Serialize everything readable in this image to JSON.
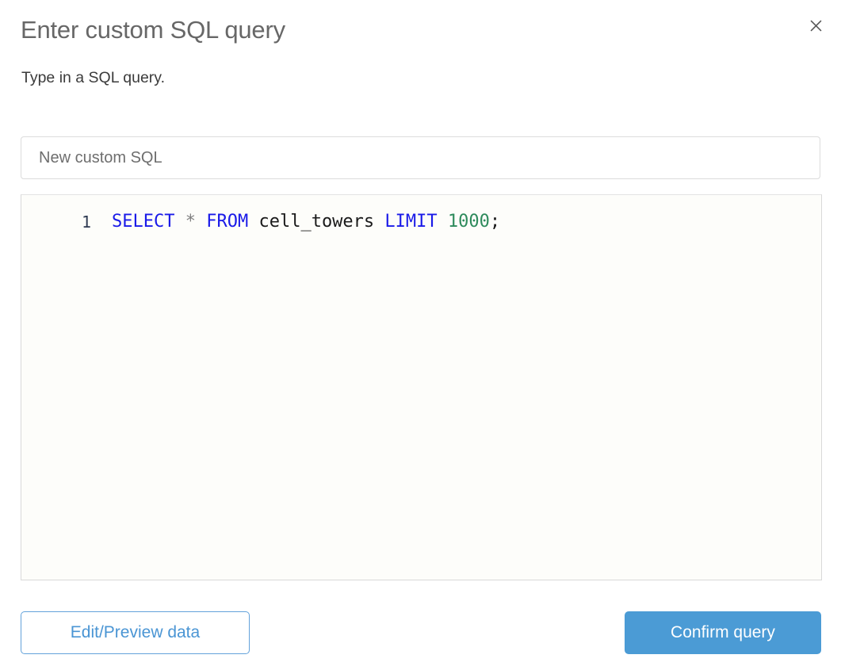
{
  "dialog": {
    "title": "Enter custom SQL query",
    "subtitle": "Type in a SQL query.",
    "close_icon": "close-icon"
  },
  "name_field": {
    "value": "",
    "placeholder": "New custom SQL"
  },
  "editor": {
    "line_number": "1",
    "query_text": "SELECT * FROM cell_towers LIMIT 1000;",
    "tokens": [
      {
        "text": "SELECT",
        "type": "keyword"
      },
      {
        "text": " ",
        "type": "space"
      },
      {
        "text": "*",
        "type": "operator"
      },
      {
        "text": " ",
        "type": "space"
      },
      {
        "text": "FROM",
        "type": "keyword"
      },
      {
        "text": " ",
        "type": "space"
      },
      {
        "text": "cell_towers",
        "type": "ident"
      },
      {
        "text": " ",
        "type": "space"
      },
      {
        "text": "LIMIT",
        "type": "keyword"
      },
      {
        "text": " ",
        "type": "space"
      },
      {
        "text": "1000",
        "type": "number"
      },
      {
        "text": ";",
        "type": "punct"
      }
    ]
  },
  "footer": {
    "secondary_label": "Edit/Preview data",
    "primary_label": "Confirm query"
  },
  "colors": {
    "title_gray": "#676767",
    "subtitle_gray": "#3b3b3b",
    "accent_blue": "#4b9bd5",
    "outline_blue": "#63a2da",
    "keyword_blue": "#1a1ae8",
    "number_green": "#2e8b5c",
    "editor_bg": "#fdfdfa",
    "border_gray": "#d9d9d9"
  }
}
